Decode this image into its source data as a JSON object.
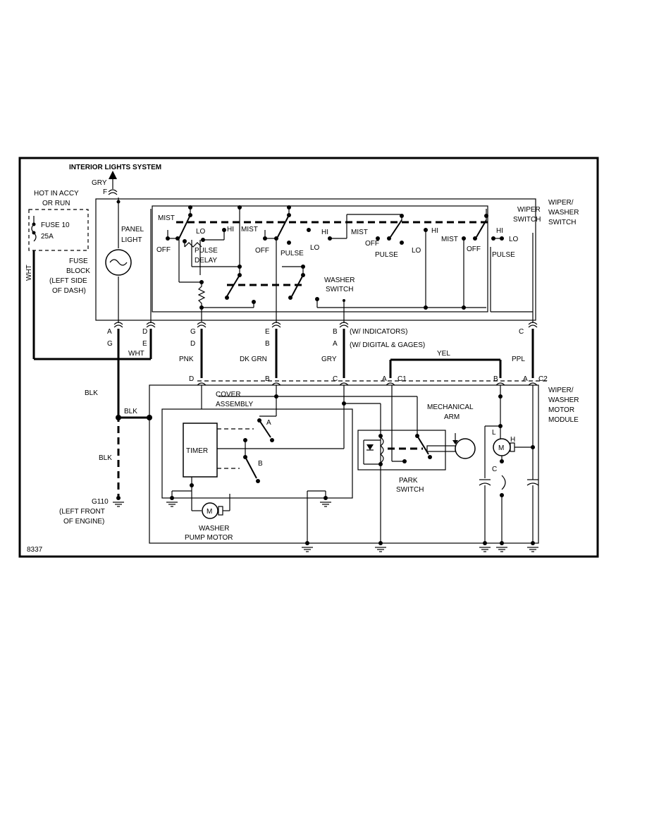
{
  "diagram_id": "8337",
  "top_system": "INTERIOR LIGHTS SYSTEM",
  "fuse": {
    "hot_label_1": "HOT IN ACCY",
    "hot_label_2": "OR RUN",
    "name": "FUSE 10",
    "rating": "25A",
    "block_1": "FUSE",
    "block_2": "BLOCK",
    "block_3": "(LEFT SIDE",
    "block_4": "OF DASH)"
  },
  "panel_light_1": "PANEL",
  "panel_light_2": "LIGHT",
  "wiper_switch": {
    "title_1": "WIPER/",
    "title_2": "WASHER",
    "title_3": "SWITCH",
    "sub_1": "WIPER",
    "sub_2": "SWITCH",
    "washer_1": "WASHER",
    "washer_2": "SWITCH",
    "pulse_delay_1": "PULSE",
    "pulse_delay_2": "DELAY"
  },
  "positions": {
    "mist": "MIST",
    "off": "OFF",
    "lo": "LO",
    "hi": "HI",
    "pulse": "PULSE"
  },
  "connectors": {
    "f": "F",
    "a": "A",
    "g": "G",
    "d": "D",
    "e": "E",
    "b": "B",
    "c": "C",
    "c1": "C1",
    "c2": "C2",
    "w_indicators": "(W/ INDICATORS)",
    "w_digital": "(W/ DIGITAL & GAGES)"
  },
  "wires": {
    "gry": "GRY",
    "wht": "WHT",
    "pnk": "PNK",
    "dk_grn": "DK GRN",
    "yel": "YEL",
    "ppl": "PPL",
    "blk": "BLK"
  },
  "motor_module": {
    "title_1": "WIPER/",
    "title_2": "WASHER",
    "title_3": "MOTOR",
    "title_4": "MODULE",
    "cover_1": "COVER",
    "cover_2": "ASSEMBLY",
    "timer": "TIMER",
    "switch_a": "A",
    "switch_b": "B",
    "mech_arm_1": "MECHANICAL",
    "mech_arm_2": "ARM",
    "park_1": "PARK",
    "park_2": "SWITCH",
    "motor": "M",
    "motor_l": "L",
    "motor_h": "H",
    "motor_c": "C",
    "pump_1": "WASHER",
    "pump_2": "PUMP MOTOR"
  },
  "ground": {
    "name": "G110",
    "loc_1": "(LEFT FRONT",
    "loc_2": "OF ENGINE)"
  }
}
